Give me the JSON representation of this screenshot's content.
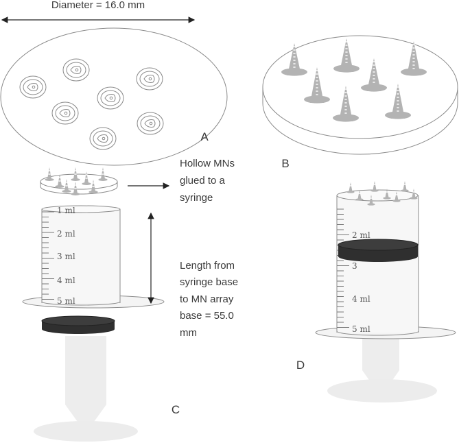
{
  "diameter_label": "Diameter = 16.0 mm",
  "panels": {
    "a": "A",
    "b": "B",
    "c": "C",
    "d": "D"
  },
  "annotations": {
    "hollow_mns": [
      "Hollow MNs",
      "glued to a",
      "syringe"
    ],
    "length": [
      "Length from",
      "syringe base",
      "to MN array",
      "base = 55.0",
      "mm"
    ]
  },
  "syringe_c_marks": [
    "1 ml",
    "2 ml",
    "3 ml",
    "4 ml",
    "5 ml"
  ],
  "syringe_d_marks": [
    "2 ml",
    "3",
    "4 ml",
    "5 ml"
  ],
  "colors": {
    "outline": "#8a8a8a",
    "dark_disc": "#333333",
    "spike": "#b0b0b0",
    "plunger": "#e9e9e9"
  }
}
